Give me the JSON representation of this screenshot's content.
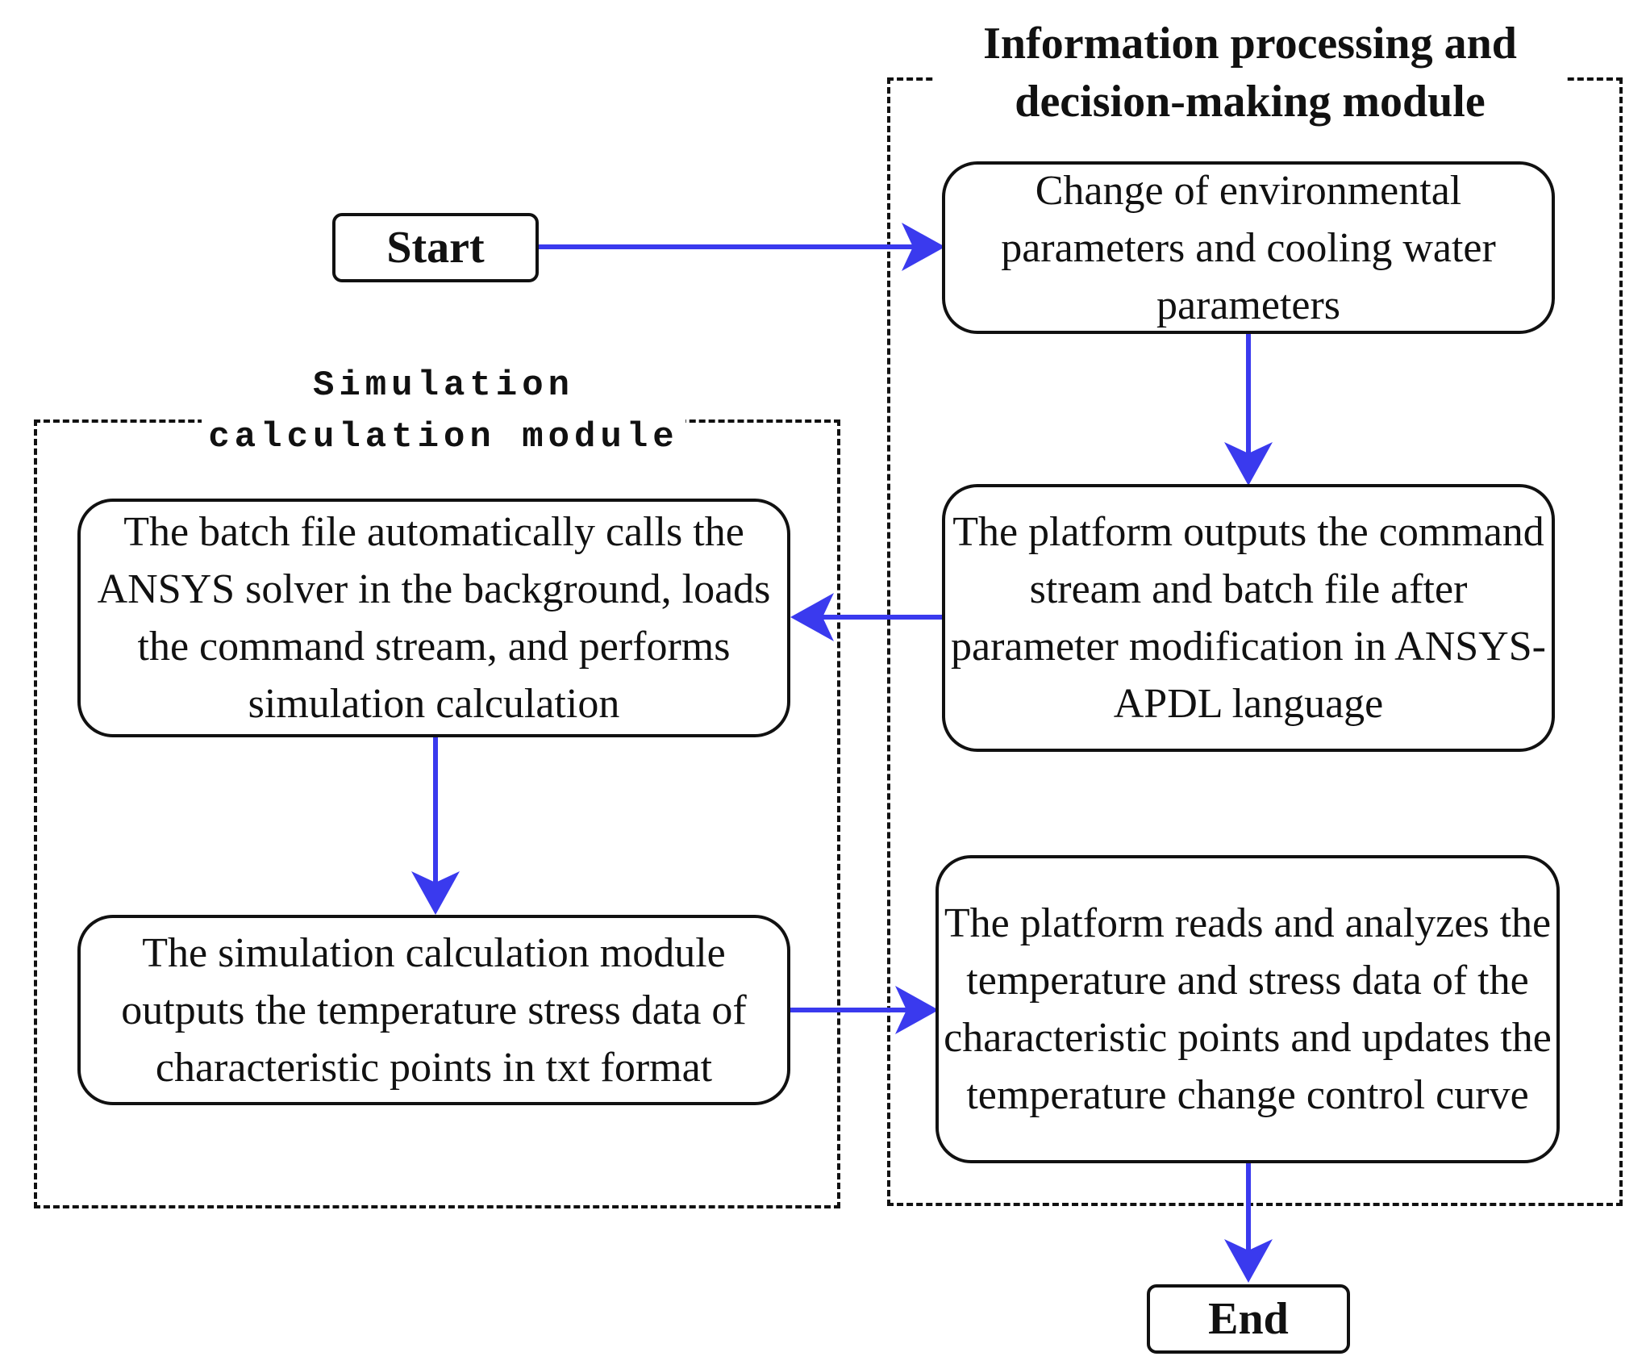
{
  "diagram": {
    "regions": {
      "info_module": {
        "title_line1": "Information processing and",
        "title_line2": "decision-making module"
      },
      "sim_module": {
        "title_line1": "Simulation",
        "title_line2": "calculation module"
      }
    },
    "nodes": {
      "start": "Start",
      "end": "End",
      "change_params": "Change of environmental parameters and cooling water parameters",
      "platform_outputs": "The platform outputs the command stream and batch file after parameter modification in ANSYS-APDL language",
      "batch_calls": "The batch file automatically calls the ANSYS solver in the background, loads the command stream, and performs simulation calculation",
      "sim_outputs": "The simulation calculation module outputs the temperature stress data of characteristic points in txt format",
      "platform_reads": "The platform reads and analyzes the temperature and stress data of the characteristic points and updates the temperature change control curve"
    },
    "colors": {
      "arrow": "#3a3aee",
      "border": "#111111"
    }
  }
}
